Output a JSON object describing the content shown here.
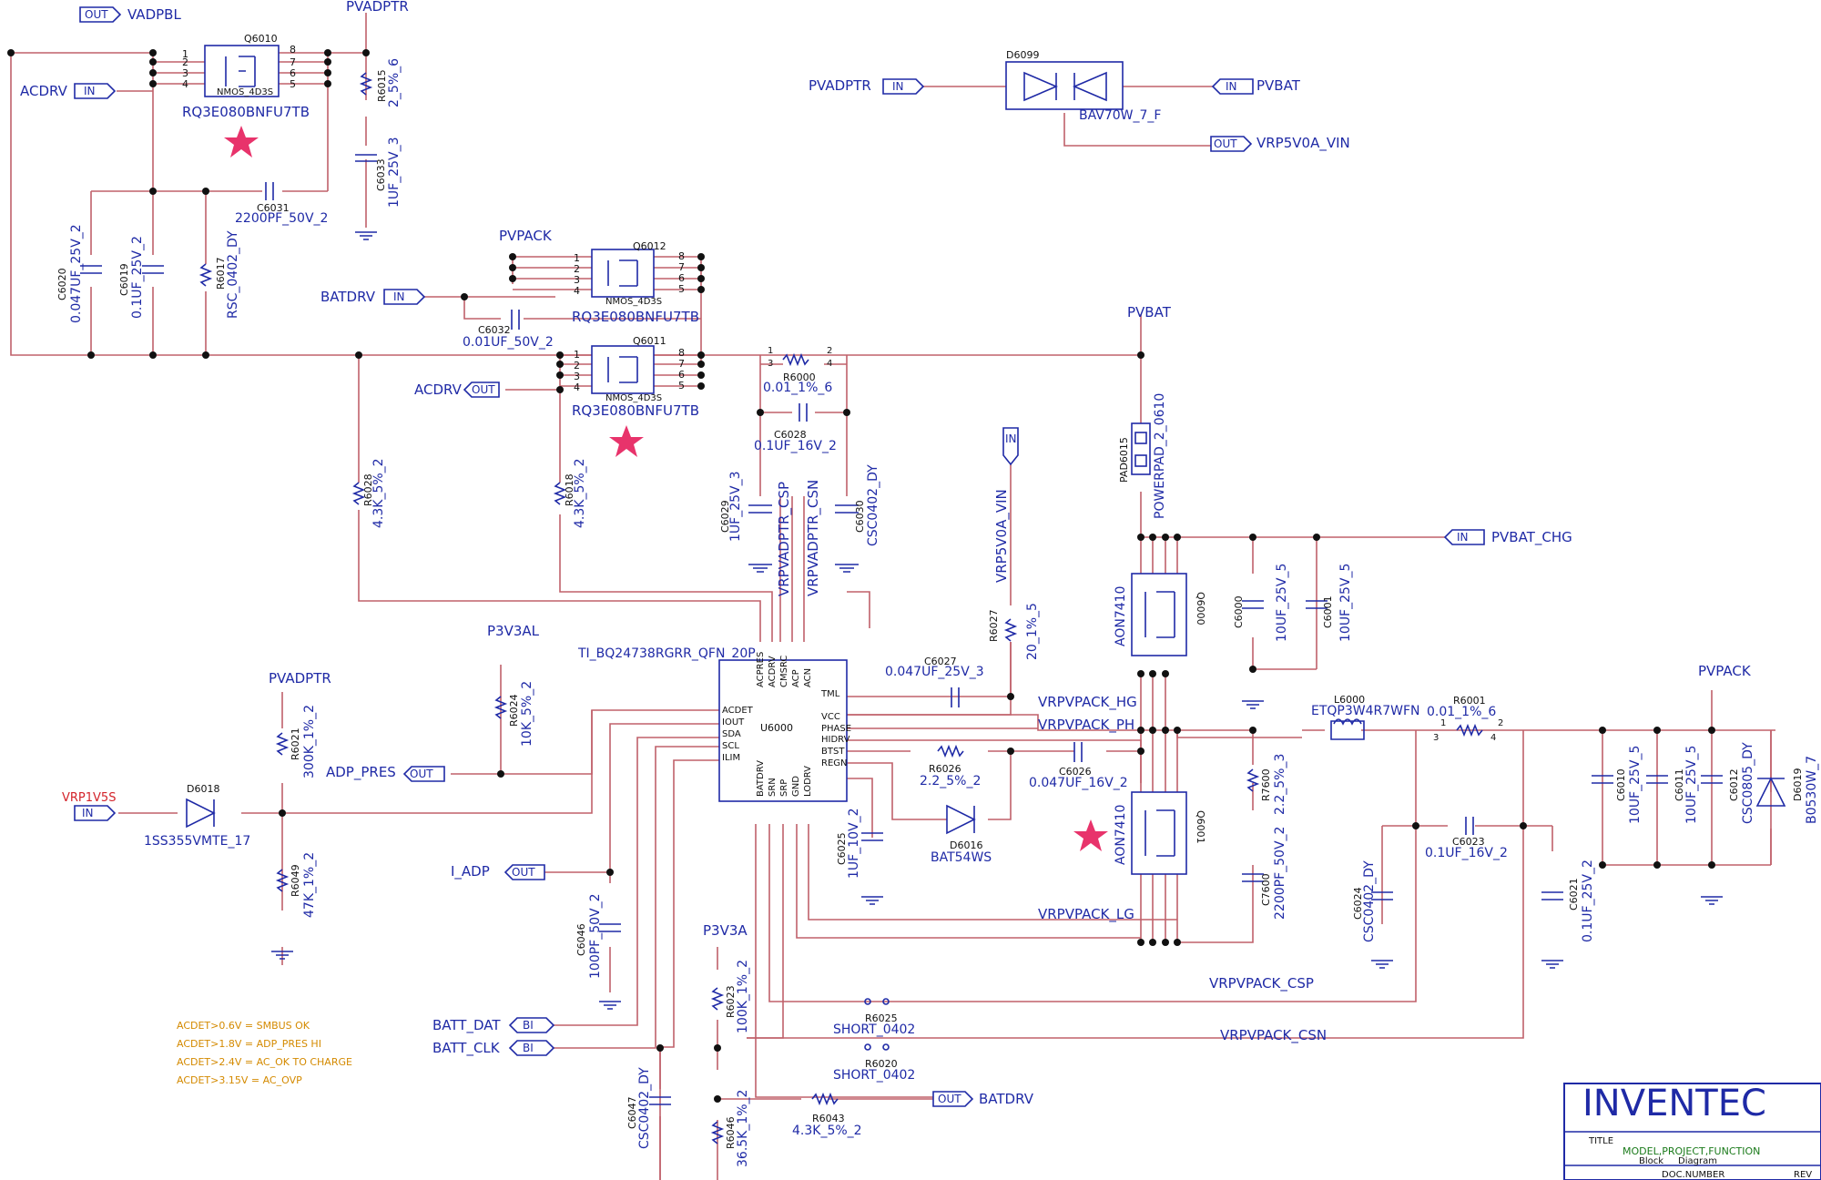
{
  "nets": {
    "vadpbl": "VADPBL",
    "pvadptr_top": "PVADPTR",
    "acdrv_left": "ACDRV",
    "pvadptr_d6099": "PVADPTR",
    "pvbat_d6099": "PVBAT",
    "vrp5v0a_vin_out": "VRP5V0A_VIN",
    "pvpack_q6012": "PVPACK",
    "batdrv_in": "BATDRV",
    "pvbat_rail": "PVBAT",
    "acdrv_out": "ACDRV",
    "vrp5v0a_vin_vert": "VRP5V0A_VIN",
    "vrpvadptr_csp": "VRPVADPTR_CSP",
    "vrpvadptr_csn": "VRPVADPTR_CSN",
    "p3v3al": "P3V3AL",
    "pvbat_chg": "PVBAT_CHG",
    "pvadptr_left": "PVADPTR",
    "adp_pres": "ADP_PRES",
    "vrp1v5s": "VRP1V5S",
    "i_adp": "I_ADP",
    "p3v3a": "P3V3A",
    "batt_dat": "BATT_DAT",
    "batt_clk": "BATT_CLK",
    "batdrv_out": "BATDRV",
    "hg": "VRPVPACK_HG",
    "ph": "VRPVPACK_PH",
    "lg": "VRPVPACK_LG",
    "csp": "VRPVPACK_CSP",
    "csn": "VRPVPACK_CSN",
    "pvpack_right": "PVPACK"
  },
  "tags": {
    "in": "IN",
    "out": "OUT",
    "bi": "BI"
  },
  "components": {
    "q6010_ref": "Q6010",
    "q6010_val": "RQ3E080BNFU7TB",
    "q6012_ref": "Q6012",
    "q6012_val": "RQ3E080BNFU7TB",
    "q6011_ref": "Q6011",
    "q6011_val": "RQ3E080BNFU7TB",
    "nmos": "NMOS_4D3S",
    "r6015_ref": "R6015",
    "r6015_val": "2_5%_6",
    "c6033_ref": "C6033",
    "c6033_val": "1UF_25V_3",
    "c6031_ref": "C6031",
    "c6031_val": "2200PF_50V_2",
    "c6020_ref": "C6020",
    "c6020_val": "0.047UF_25V_2",
    "c6019_ref": "C6019",
    "c6019_val": "0.1UF_25V_2",
    "r6017_ref": "R6017",
    "r6017_val": "RSC_0402_DY",
    "d6099_ref": "D6099",
    "d6099_val": "BAV70W_7_F",
    "c6032_ref": "C6032",
    "c6032_val": "0.01UF_50V_2",
    "r6000_ref": "R6000",
    "r6000_val": "0.01_1%_6",
    "c6028_ref": "C6028",
    "c6028_val": "0.1UF_16V_2",
    "c6029_ref": "C6029",
    "c6029_val": "1UF_25V_3",
    "c6030_ref": "C6030",
    "c6030_val": "CSC0402_DY",
    "r6028_ref": "R6028",
    "r6028_val": "4.3K_5%_2",
    "r6018_ref": "R6018",
    "r6018_val": "4.3K_5%_2",
    "pad_ref": "PAD6015",
    "pad_val": "POWERPAD_2_0610",
    "u6000_ref": "U6000",
    "u6000_val": "TI_BQ24738RGRR_QFN_20P",
    "r6027_ref": "R6027",
    "r6027_val": "20_1%_5",
    "c6027_ref": "C6027",
    "c6027_val": "0.047UF_25V_3",
    "q6000_ref": "Q6000",
    "q6000_val": "AON7410",
    "q6001_ref": "Q6001",
    "q6001_val": "AON7410",
    "c6000_ref": "C6000",
    "c6000_val": "10UF_25V_5",
    "c6001_ref": "C6001",
    "c6001_val": "10UF_25V_5",
    "r6024_ref": "R6024",
    "r6024_val": "10K_5%_2",
    "r6021_ref": "R6021",
    "r6021_val": "300K_1%_2",
    "d6018_ref": "D6018",
    "d6018_val": "1SS355VMTE_17",
    "r6049_ref": "R6049",
    "r6049_val": "47K_1%_2",
    "r6026_ref": "R6026",
    "r6026_val": "2.2_5%_2",
    "c6026_ref": "C6026",
    "c6026_val": "0.047UF_16V_2",
    "d6016_ref": "D6016",
    "d6016_val": "BAT54WS",
    "c6025_ref": "C6025",
    "c6025_val": "1UF_10V_2",
    "l6000_ref": "L6000",
    "l6000_val": "ETQP3W4R7WFN",
    "r6001_ref": "R6001",
    "r6001_val": "0.01_1%_6",
    "r7600_ref": "R7600",
    "r7600_val": "2.2_5%_3",
    "c7600_ref": "C7600",
    "c7600_val": "2200PF_50V_2",
    "c6023_ref": "C6023",
    "c6023_val": "0.1UF_16V_2",
    "c6024_ref": "C6024",
    "c6024_val": "CSC0402_DY",
    "c6021_ref": "C6021",
    "c6021_val": "0.1UF_25V_2",
    "c6010_ref": "C6010",
    "c6010_val": "10UF_25V_5",
    "c6011_ref": "C6011",
    "c6011_val": "10UF_25V_5",
    "c6012_ref": "C6012",
    "c6012_val": "CSC0805_DY",
    "d6019_ref": "D6019",
    "d6019_val": "B0530W_7",
    "c6046_ref": "C6046",
    "c6046_val": "100PF_50V_2",
    "r6025_ref": "R6025",
    "r6025_val": "SHORT_0402",
    "r6020_ref": "R6020",
    "r6020_val": "SHORT_0402",
    "r6023_ref": "R6023",
    "r6023_val": "100K_1%_2",
    "c6047_ref": "C6047",
    "c6047_val": "CSC0402_DY",
    "r6046_ref": "R6046",
    "r6046_val": "36.5K_1%_2",
    "r6043_ref": "R6043",
    "r6043_val": "4.3K_5%_2"
  },
  "u6000_pins": {
    "left": [
      "ACDET",
      "IOUT",
      "SDA",
      "SCL",
      "ILIM"
    ],
    "right": [
      "TML",
      "VCC",
      "PHASE",
      "HIDRV",
      "BTST",
      "REGN"
    ],
    "top": [
      "ACPRES",
      "ACDRV",
      "CMSRC",
      "ACP",
      "ACN"
    ],
    "bottom": [
      "BATDRV",
      "SRN",
      "SRP",
      "GND",
      "LODRV"
    ]
  },
  "notes": [
    "ACDET>0.6V = SMBUS OK",
    "ACDET>1.8V = ADP_PRES HI",
    "ACDET>2.4V = AC_OK TO CHARGE",
    "ACDET>3.15V = AC_OVP"
  ],
  "title_block": {
    "company": "INVENTEC",
    "title_label": "TITLE",
    "title_value": "MODEL,PROJECT,FUNCTION",
    "sub1": "Block",
    "sub2": "Diagram",
    "doc_label": "DOC.NUMBER",
    "rev_label": "REV"
  },
  "colors": {
    "wire": "#c0606a",
    "component": "#1f2aa6",
    "star": "#e8336b",
    "note": "#d48a00"
  }
}
